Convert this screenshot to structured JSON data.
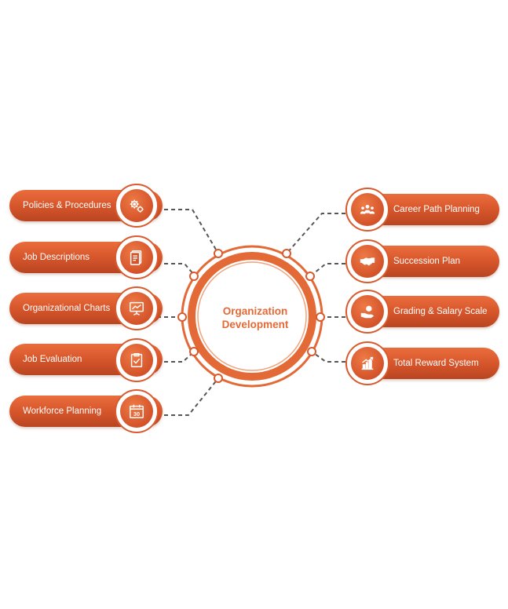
{
  "center": {
    "line1": "Organization",
    "line2": "Development"
  },
  "left_items": [
    {
      "label": "Policies & Procedures",
      "icon": "gears-icon"
    },
    {
      "label": "Job Descriptions",
      "icon": "document-icon"
    },
    {
      "label": "Organizational Charts",
      "icon": "presentation-chart-icon"
    },
    {
      "label": "Job Evaluation",
      "icon": "checklist-icon"
    },
    {
      "label": "Workforce Planning",
      "icon": "calendar-icon"
    }
  ],
  "right_items": [
    {
      "label": "Career Path Planning",
      "icon": "team-icon"
    },
    {
      "label": "Succession Plan",
      "icon": "handshake-icon"
    },
    {
      "label": "Grading & Salary Scale",
      "icon": "hand-coin-icon"
    },
    {
      "label": "Total Reward System",
      "icon": "growth-chart-icon"
    }
  ],
  "colors": {
    "accent": "#e36a37",
    "dark": "#c24a22",
    "connector": "#555555"
  },
  "calendar_number": "30"
}
